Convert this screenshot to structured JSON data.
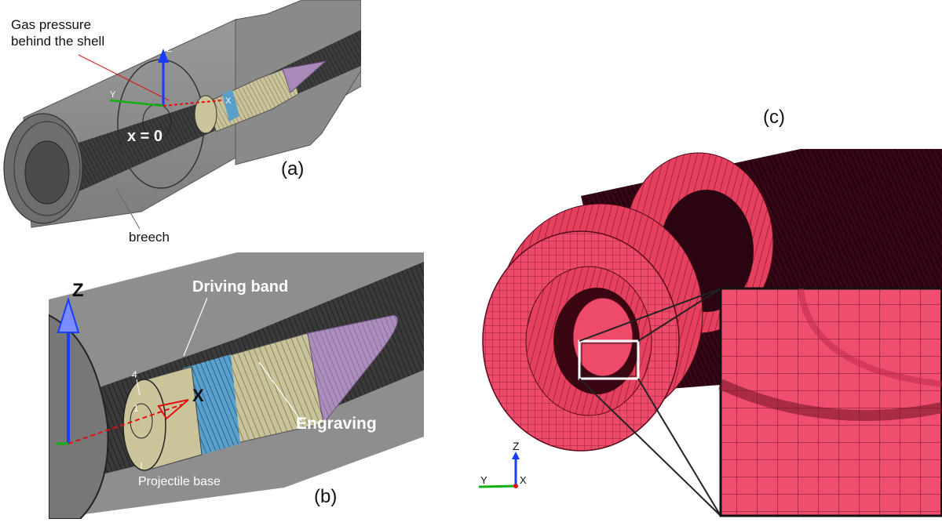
{
  "panels": {
    "a": {
      "label": "(a)",
      "annotation_gas": [
        "Gas pressure",
        "behind the shell"
      ],
      "annotation_x": "x = 0",
      "annotation_breech": "breech",
      "axes": {
        "z": "Z",
        "y": "Y",
        "x": "X"
      }
    },
    "b": {
      "label": "(b)",
      "annotation_driving_band": "Driving band",
      "annotation_engraving": "Engraving",
      "annotation_projectile_base": "Projectile base",
      "node_4": "4",
      "node_1": "1",
      "axes": {
        "z": "Z",
        "x": "X"
      }
    },
    "c": {
      "label": "(c)",
      "axes": {
        "z": "Z",
        "y": "Y",
        "x": "X"
      }
    }
  },
  "colors": {
    "barrel_gray": "#8a8a8a",
    "bore_dark": "#3a3a3a",
    "projectile_body": "#cbc49a",
    "driving_band": "#5a9fc8",
    "nose_purple": "#a98ab8",
    "mesh_pink": "#e8385a",
    "mesh_dark": "#1a0008",
    "axis_blue": "#1a3cff",
    "axis_red": "#e01010",
    "axis_green": "#10b010"
  }
}
